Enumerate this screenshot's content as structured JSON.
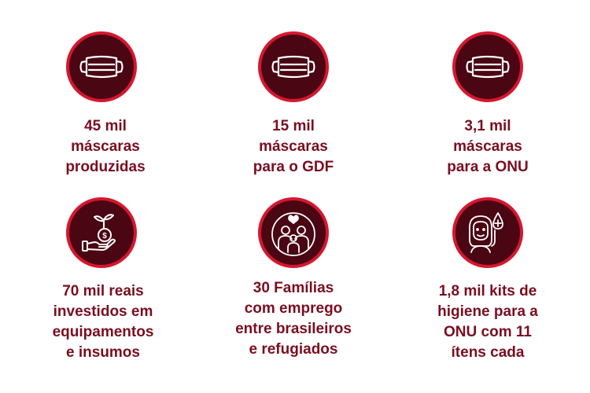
{
  "theme": {
    "accent": "#d6172f",
    "badge_fill": "#4a0612",
    "text_color": "#7a0e20"
  },
  "items": [
    {
      "icon": "face-mask-icon",
      "caption": "45 mil\nmáscaras\nproduzidas"
    },
    {
      "icon": "face-mask-icon",
      "caption": "15 mil\nmáscaras\npara o GDF"
    },
    {
      "icon": "face-mask-icon",
      "caption": "3,1 mil\nmáscaras\npara a ONU"
    },
    {
      "icon": "money-plant-hand-icon",
      "caption": "70 mil reais\ninvestidos em\nequipamentos\ne insumos"
    },
    {
      "icon": "family-heart-icon",
      "caption": "30 Famílias\ncom emprego\nentre brasileiros\ne refugiados"
    },
    {
      "icon": "hygiene-woman-icon",
      "caption": "1,8 mil kits de\nhigiene para a\nONU com 11\nítens cada"
    }
  ]
}
